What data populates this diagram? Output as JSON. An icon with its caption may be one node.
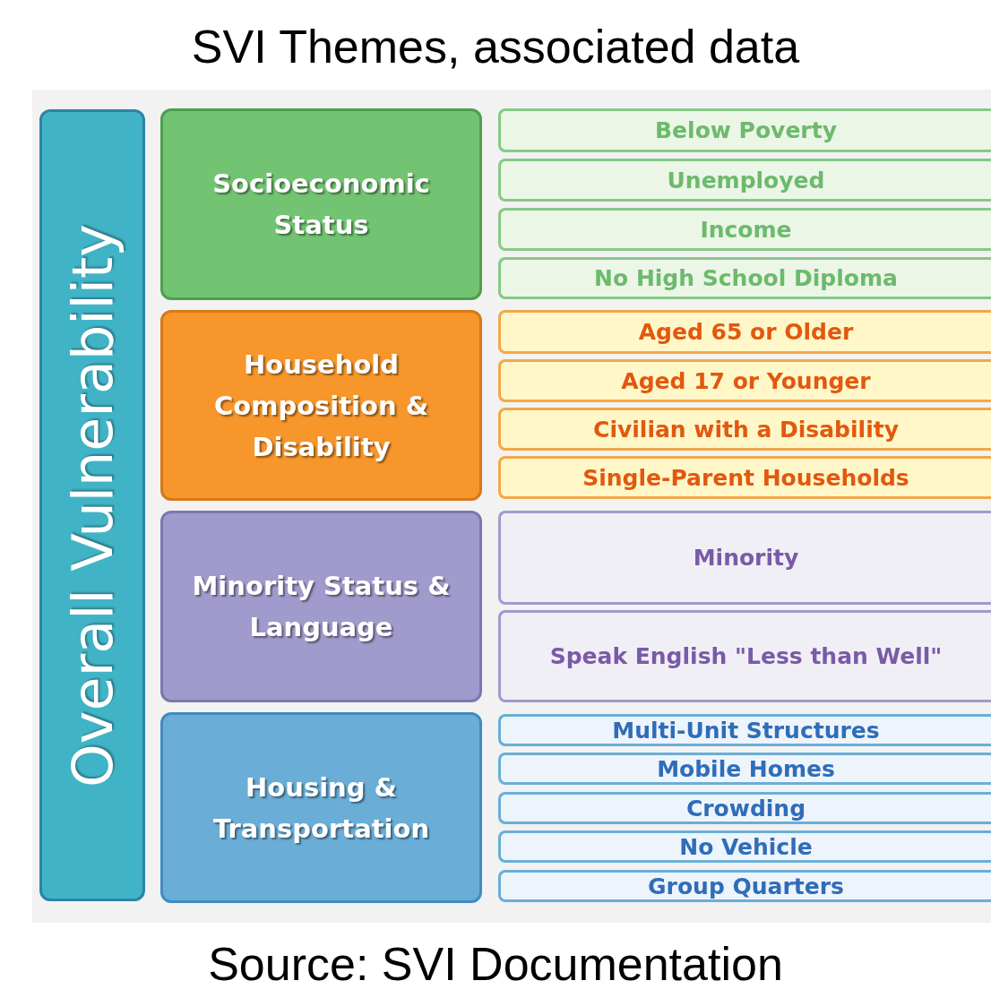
{
  "diagram": {
    "title": "SVI Themes, associated data",
    "caption": "Source: SVI Documentation",
    "nodes": [
      {
        "text": [
          "Overall Vulnerability"
        ]
      },
      {
        "text": [
          "Socioeconomic Status"
        ]
      },
      {
        "text": [
          "Below Poverty"
        ]
      },
      {
        "text": [
          "Unemployed"
        ]
      },
      {
        "text": [
          "Income"
        ]
      },
      {
        "text": [
          "No High School Diploma"
        ]
      },
      {
        "text": [
          "Household Composition & Disability"
        ]
      },
      {
        "text": [
          "Aged 65 or Older"
        ]
      },
      {
        "text": [
          "Aged 17 or Younger"
        ]
      },
      {
        "text": [
          "Civilian with a Disability"
        ]
      },
      {
        "text": [
          "Single-Parent Households"
        ]
      },
      {
        "text": [
          "Minority Status & Language"
        ]
      },
      {
        "text": [
          "Minority"
        ]
      },
      {
        "text": [
          "Speak English \"Less than Well\""
        ]
      },
      {
        "text": [
          "Housing & Transportation"
        ]
      },
      {
        "text": [
          "Multi-Unit Structures"
        ]
      },
      {
        "text": [
          "Mobile Homes"
        ]
      },
      {
        "text": [
          "Crowding"
        ]
      },
      {
        "text": [
          "No Vehicle"
        ]
      },
      {
        "text": [
          "Group Quarters"
        ]
      }
    ]
  }
}
